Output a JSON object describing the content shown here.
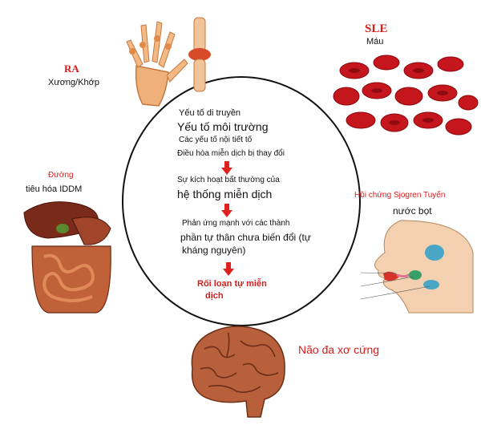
{
  "colors": {
    "accent_red": "#d81c1c",
    "arrow_red": "#e0201c",
    "outline": "#111111"
  },
  "ra": {
    "title": "RA",
    "subtitle": "Xương/Khớp",
    "icon": "hand-joint-icon"
  },
  "sle": {
    "title": "SLE",
    "subtitle": "Máu",
    "icon": "red-blood-cells-icon"
  },
  "iddm": {
    "title": "Đường",
    "subtitle": "tiêu hóa IDDM",
    "icon": "digestive-organs-icon"
  },
  "sjogren": {
    "title": "Hội chứng Sjogren Tuyến",
    "subtitle": "nước bọt",
    "icon": "salivary-gland-icon"
  },
  "ms": {
    "title": "Não đa xơ cứng",
    "icon": "brain-icon"
  },
  "center": {
    "factors": [
      "Yếu tố di truyền",
      "Yếu tố môi trường",
      "Các yếu tố nội tiết tố",
      "Điều hòa miễn dịch bị thay đổi"
    ],
    "step2_small": "Sự kích hoạt bất thường của",
    "step2_large": "hệ thống miễn dịch",
    "step3_small": "Phản ứng mạnh với các thành",
    "step3_large_1": "phần tự thân chưa biến đổi (tự",
    "step3_large_2": "kháng nguyên)",
    "result_1": "Rối loạn tự miễn",
    "result_2": "dịch"
  }
}
